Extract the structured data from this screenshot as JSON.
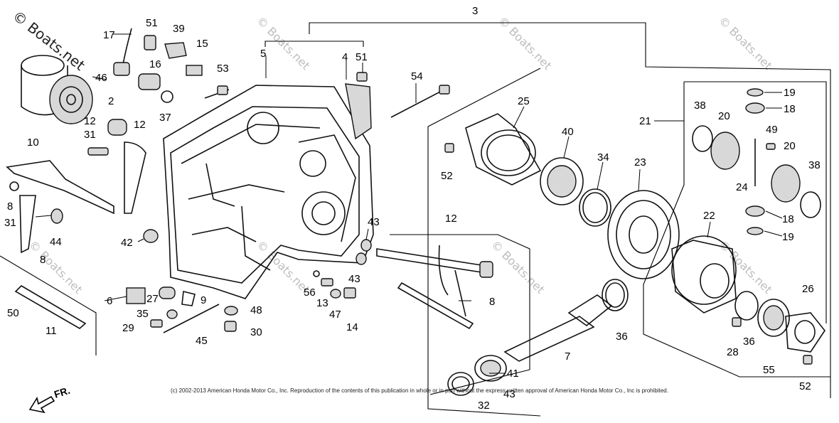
{
  "watermark": {
    "main": "© Boats.net",
    "repeat": "© Boats.net"
  },
  "copyright": "(c) 2002-2013 American Honda Motor Co., Inc. Reproduction of the contents of this publication in whole or in part without the express written approval of American Honda Motor Co., Inc is prohibited.",
  "direction_label": "FR.",
  "callouts": {
    "c3": "3",
    "c5": "5",
    "c4": "4",
    "c51a": "51",
    "c51b": "51",
    "c17": "17",
    "c39": "39",
    "c15": "15",
    "c46": "46",
    "c16": "16",
    "c53": "53",
    "c54": "54",
    "c37": "37",
    "c2": "2",
    "c12a": "12",
    "c12b": "12",
    "c31a": "31",
    "c10": "10",
    "c8a": "8",
    "c31b": "31",
    "c44": "44",
    "c42": "42",
    "c8b": "8",
    "c50": "50",
    "c11": "11",
    "c6": "6",
    "c27": "27",
    "c9": "9",
    "c35": "35",
    "c29": "29",
    "c45": "45",
    "c48": "48",
    "c30": "30",
    "c56": "56",
    "c13": "13",
    "c47": "47",
    "c14": "14",
    "c43a": "43",
    "c43b": "43",
    "c12c": "12",
    "c8c": "8",
    "c25": "25",
    "c52a": "52",
    "c40": "40",
    "c34": "34",
    "c23": "23",
    "c21": "21",
    "c38a": "38",
    "c20a": "20",
    "c19a": "19",
    "c18a": "18",
    "c49": "49",
    "c20b": "20",
    "c38b": "38",
    "c24": "24",
    "c22": "22",
    "c18b": "18",
    "c19b": "19",
    "c36a": "36",
    "c7": "7",
    "c41": "41",
    "c43c": "43",
    "c32": "32",
    "c26": "26",
    "c36b": "36",
    "c28": "28",
    "c55": "55",
    "c52b": "52"
  }
}
